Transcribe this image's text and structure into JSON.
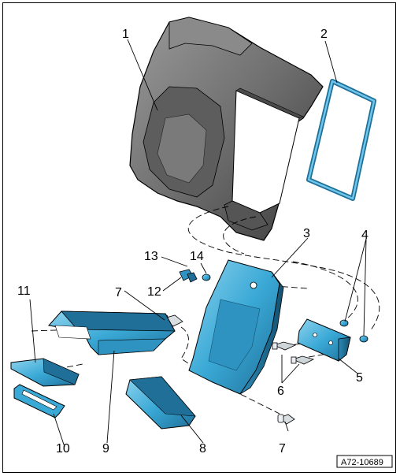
{
  "diagram": {
    "code": "A72-10689",
    "labels": {
      "n1": "1",
      "n2": "2",
      "n3": "3",
      "n4": "4",
      "n5": "5",
      "n6": "6",
      "n7a": "7",
      "n7b": "7",
      "n8": "8",
      "n9": "9",
      "n10": "10",
      "n11": "11",
      "n12": "12",
      "n13": "13",
      "n14": "14"
    },
    "colors": {
      "part_blue": "#3aa9d6",
      "part_blue_dark": "#1f6f99",
      "backrest_gray": "#6f6f6f",
      "backrest_dark": "#3c3c3c",
      "outline": "#000000"
    }
  }
}
